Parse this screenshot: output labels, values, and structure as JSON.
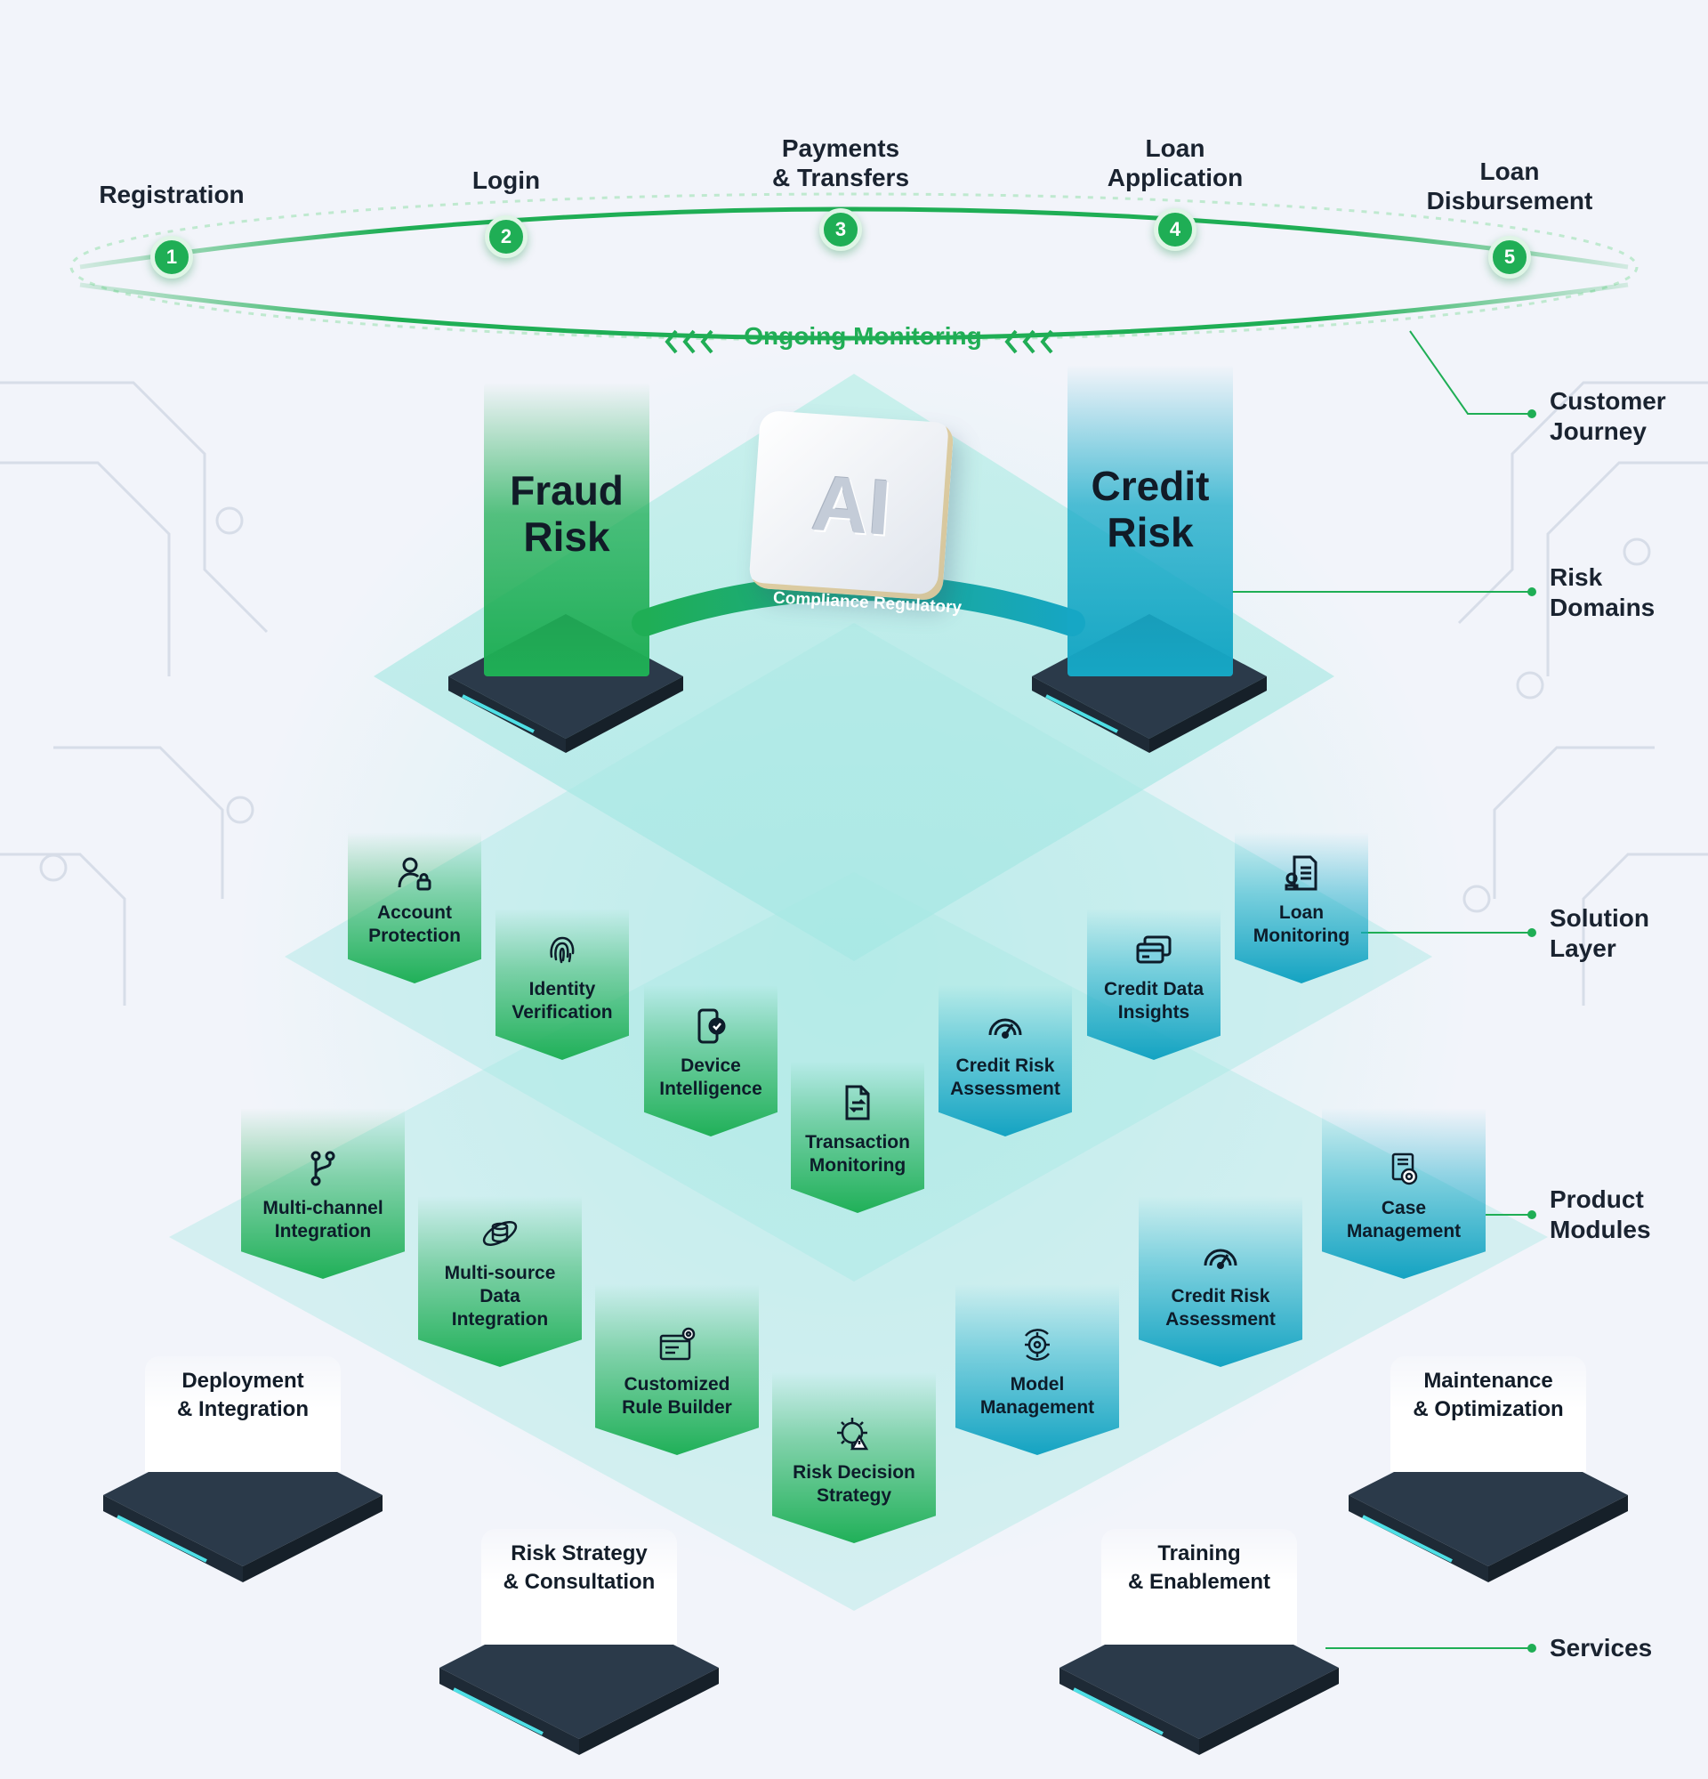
{
  "journey": {
    "steps": [
      {
        "number": "1",
        "label": "Registration"
      },
      {
        "number": "2",
        "label": "Login"
      },
      {
        "number": "3",
        "label": "Payments\n& Transfers"
      },
      {
        "number": "4",
        "label": "Loan\nApplication"
      },
      {
        "number": "5",
        "label": "Loan\nDisbursement"
      }
    ],
    "monitoring_label": "Ongoing Monitoring",
    "accent_color": "#1fae55"
  },
  "layers": {
    "customer_journey": "Customer\nJourney",
    "risk_domains": "Risk\nDomains",
    "solution_layer": "Solution\nLayer",
    "product_modules": "Product\nModules",
    "services": "Services"
  },
  "risk_domains": {
    "fraud": {
      "label": "Fraud\nRisk",
      "color": "#1fae55"
    },
    "credit": {
      "label": "Credit\nRisk",
      "color": "#16a6c4"
    },
    "center_chip": "AI",
    "arc_label": "Compliance Regulatory"
  },
  "solution_layer": [
    {
      "label": "Account\nProtection",
      "icon": "user-lock-icon"
    },
    {
      "label": "Identity\nVerification",
      "icon": "fingerprint-icon"
    },
    {
      "label": "Device\nIntelligence",
      "icon": "phone-check-icon"
    },
    {
      "label": "Transaction\nMonitoring",
      "icon": "document-transfer-icon"
    },
    {
      "label": "Credit Risk\nAssessment",
      "icon": "gauge-icon"
    },
    {
      "label": "Credit Data\nInsights",
      "icon": "credit-cards-icon"
    },
    {
      "label": "Loan\nMonitoring",
      "icon": "loan-document-icon"
    }
  ],
  "product_modules": [
    {
      "label": "Multi-channel\nIntegration",
      "icon": "branch-icon"
    },
    {
      "label": "Multi-source\nData\nIntegration",
      "icon": "database-orbit-icon"
    },
    {
      "label": "Customized\nRule Builder",
      "icon": "rule-builder-icon"
    },
    {
      "label": "Risk Decision\nStrategy",
      "icon": "gear-warning-icon"
    },
    {
      "label": "Model\nManagement",
      "icon": "model-gear-icon"
    },
    {
      "label": "Credit Risk\nAssessment",
      "icon": "gauge-icon"
    },
    {
      "label": "Case\nManagement",
      "icon": "case-gear-icon"
    }
  ],
  "services": [
    {
      "label": "Deployment\n& Integration"
    },
    {
      "label": "Maintenance\n& Optimization"
    },
    {
      "label": "Risk Strategy\n& Consultation"
    },
    {
      "label": "Training\n& Enablement"
    }
  ]
}
